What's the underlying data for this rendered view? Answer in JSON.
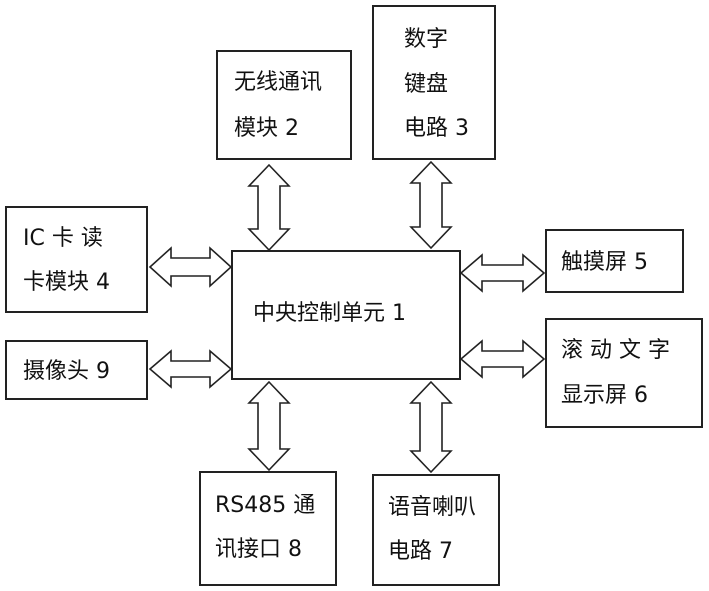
{
  "diagram": {
    "central": {
      "line1": "中央控制单元 1"
    },
    "wireless": {
      "line1": "无线通讯",
      "line2": "模块 2"
    },
    "keypad": {
      "line1": "数字",
      "line2": "键盘",
      "line3": "电路 3"
    },
    "ic_card": {
      "line1": "IC 卡 读",
      "line2": "卡模块 4"
    },
    "touchscreen": {
      "line1": "触摸屏 5"
    },
    "scrolling_display": {
      "line1": "滚 动 文 字",
      "line2": "显示屏 6"
    },
    "camera": {
      "line1": "摄像头 9"
    },
    "rs485": {
      "line1": "RS485 通",
      "line2": "讯接口 8"
    },
    "speaker": {
      "line1": "语音喇叭",
      "line2": "电路 7"
    }
  }
}
